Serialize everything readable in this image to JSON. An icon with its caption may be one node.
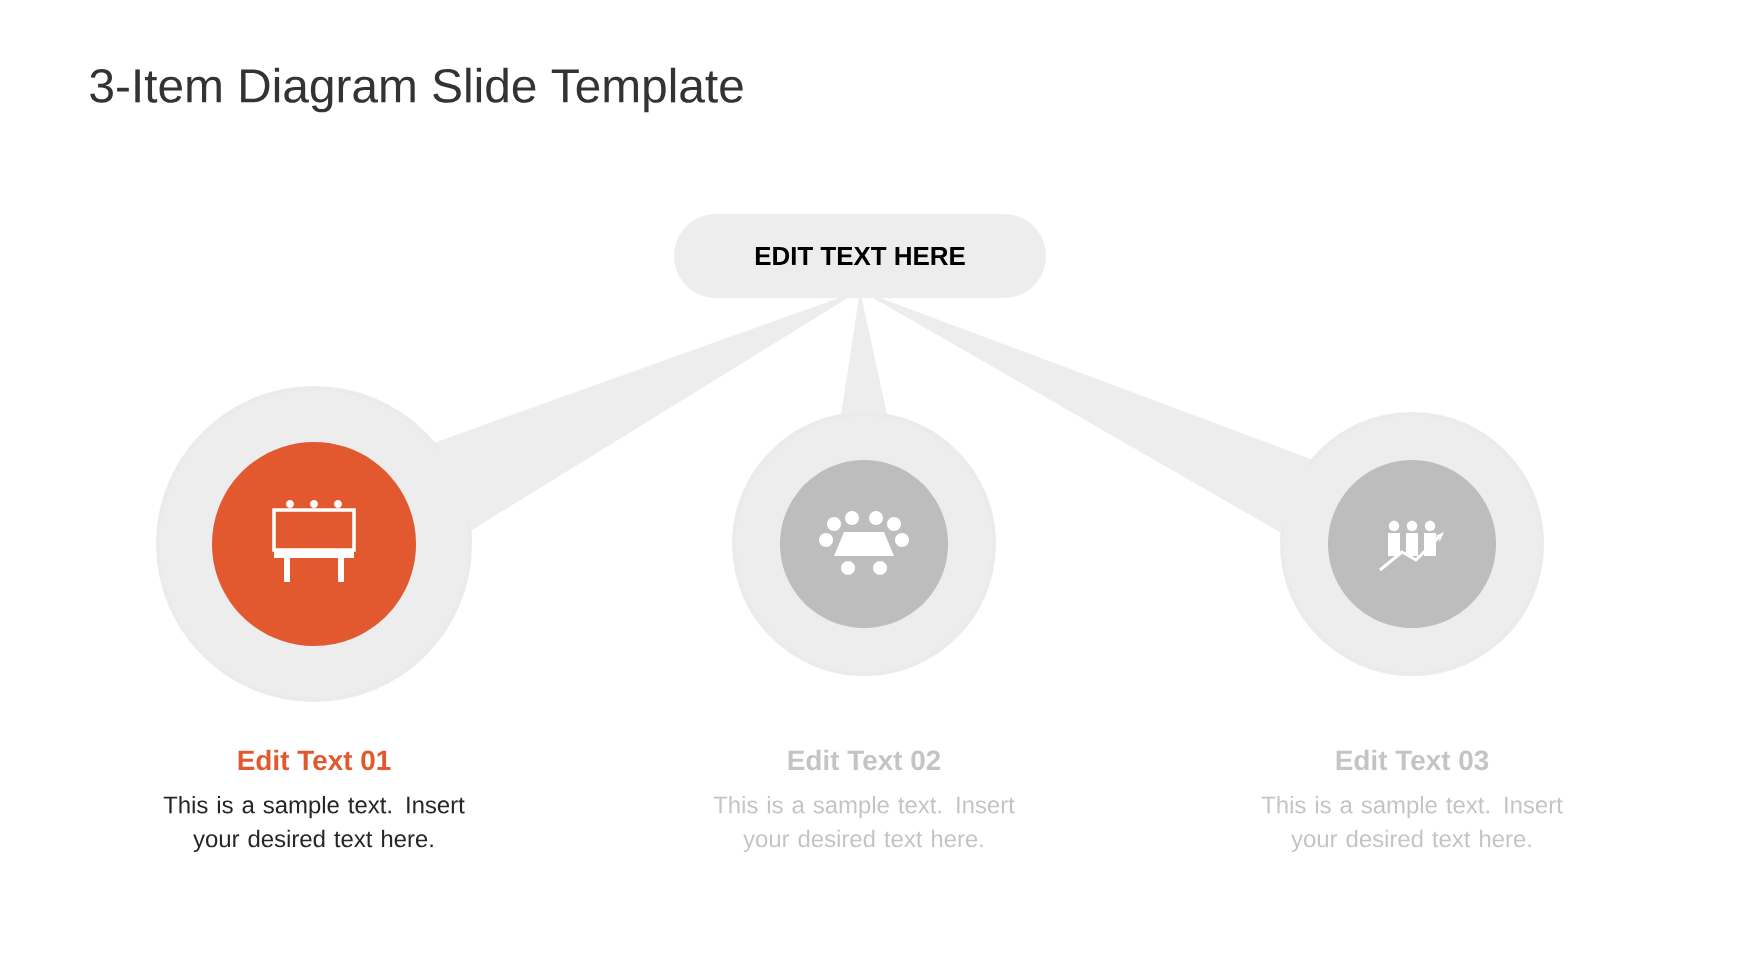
{
  "diagram": {
    "title": "3-Item Diagram Slide Template",
    "nodes": [
      {
        "text": [
          "EDIT TEXT HERE"
        ]
      },
      {
        "text": [],
        "shape": "circle",
        "beside": [
          "Edit Text 01",
          "This is a sample text. Insert your desired text here."
        ]
      },
      {
        "text": [],
        "shape": "circle",
        "beside": [
          "Edit Text 02",
          "This is a sample text. Insert your desired text here."
        ]
      },
      {
        "text": [],
        "shape": "circle",
        "beside": [
          "Edit Text 03",
          "This is a sample text. Insert your desired text here."
        ]
      }
    ],
    "edges": [
      {
        "from": 0,
        "to": 1,
        "arrow": "none"
      },
      {
        "from": 0,
        "to": 2,
        "arrow": "none"
      },
      {
        "from": 0,
        "to": 3,
        "arrow": "none"
      }
    ]
  }
}
